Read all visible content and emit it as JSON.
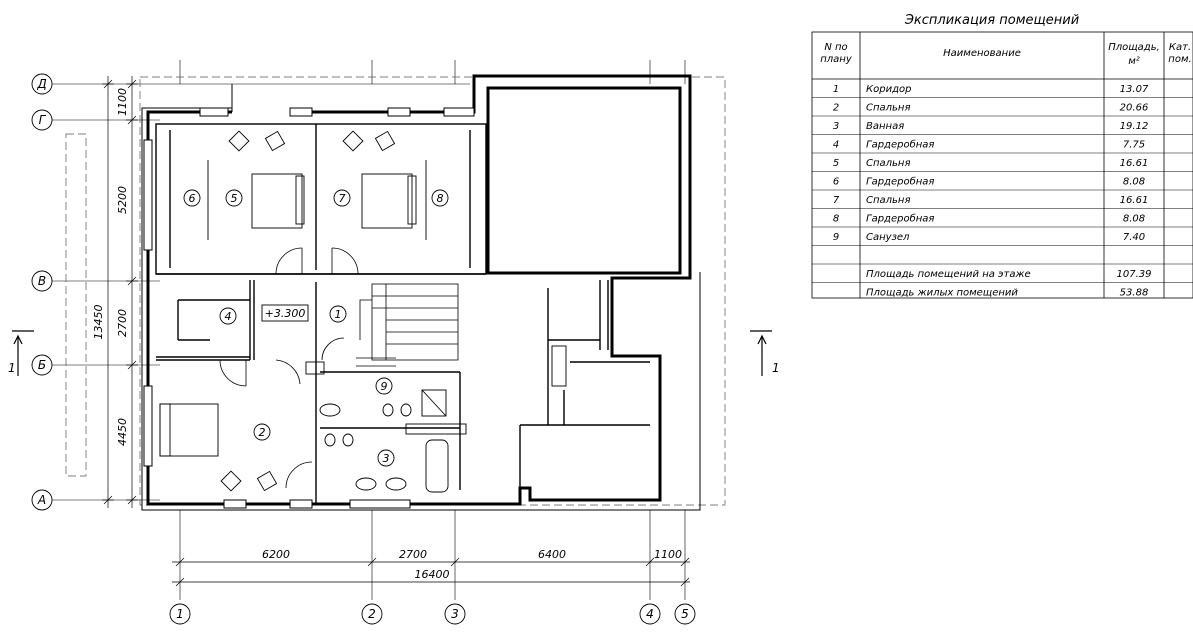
{
  "explication": {
    "title": "Экспликация помещений",
    "headers": {
      "num": [
        "N по",
        "плану"
      ],
      "name": "Наименование",
      "area": [
        "Площадь,",
        "м²"
      ],
      "cat": [
        "Кат.",
        "пом."
      ]
    },
    "rows": [
      {
        "num": "1",
        "name": "Коридор",
        "area": "13.07"
      },
      {
        "num": "2",
        "name": "Спальня",
        "area": "20.66"
      },
      {
        "num": "3",
        "name": "Ванная",
        "area": "19.12"
      },
      {
        "num": "4",
        "name": "Гардеробная",
        "area": "7.75"
      },
      {
        "num": "5",
        "name": "Спальня",
        "area": "16.61"
      },
      {
        "num": "6",
        "name": "Гардеробная",
        "area": "8.08"
      },
      {
        "num": "7",
        "name": "Спальня",
        "area": "16.61"
      },
      {
        "num": "8",
        "name": "Гардеробная",
        "area": "8.08"
      },
      {
        "num": "9",
        "name": "Санузел",
        "area": "7.40"
      }
    ],
    "totals": [
      {
        "name": "Площадь помещений на этаже",
        "area": "107.39"
      },
      {
        "name": "Площадь жилых помещений",
        "area": "53.88"
      }
    ]
  },
  "plan": {
    "level_mark": "+3.300",
    "section_label": "1",
    "grid_rows": [
      "Д",
      "Г",
      "В",
      "Б",
      "А"
    ],
    "grid_cols": [
      "1",
      "2",
      "3",
      "4",
      "5"
    ],
    "room_numbers": [
      "1",
      "2",
      "3",
      "4",
      "5",
      "6",
      "7",
      "8",
      "9"
    ],
    "dims_vertical": [
      "1100",
      "5200",
      "2700",
      "4450"
    ],
    "dim_vertical_total": "13450",
    "dims_horizontal": [
      "6200",
      "2700",
      "6400",
      "1100"
    ],
    "dim_horizontal_total": "16400"
  }
}
